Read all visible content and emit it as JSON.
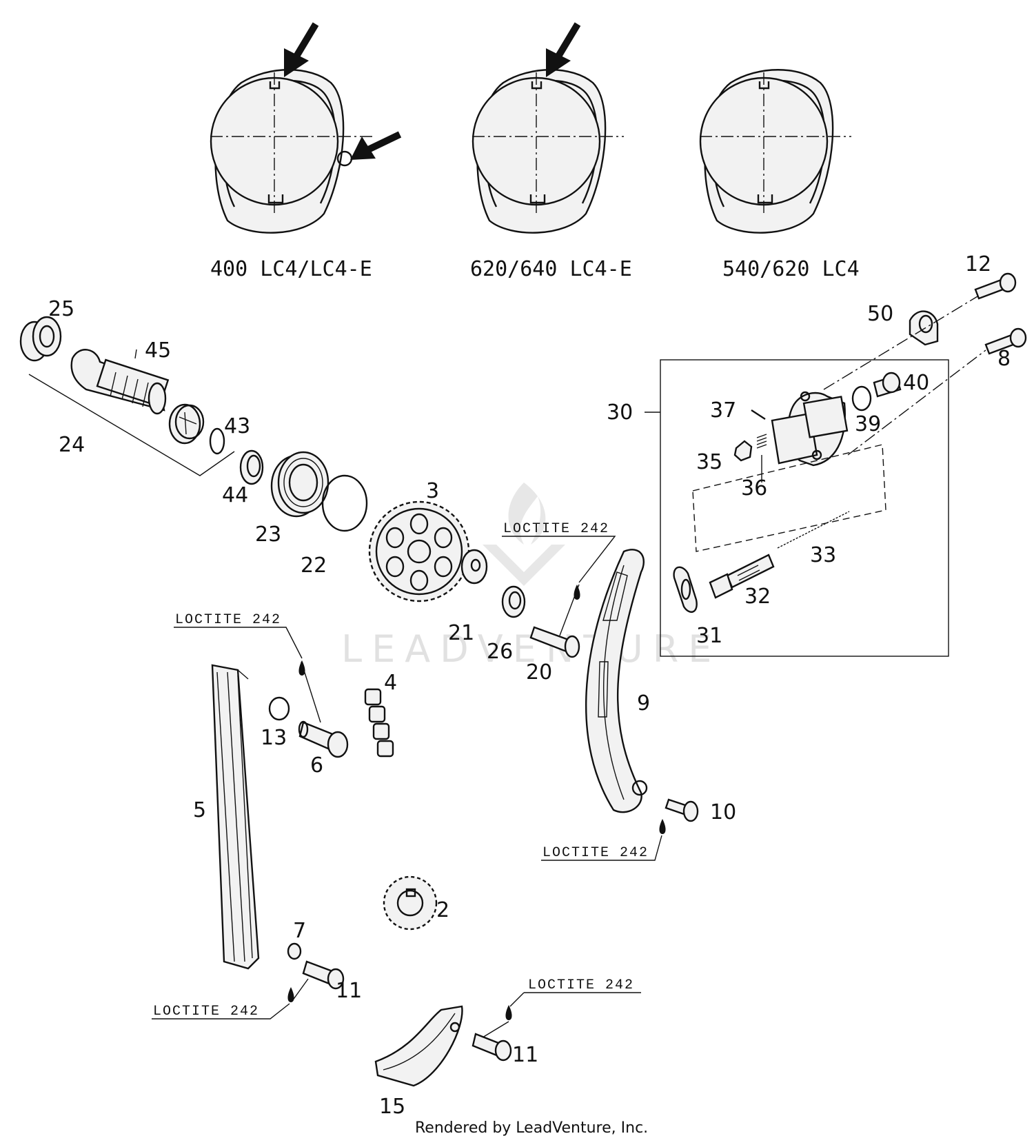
{
  "variants": [
    {
      "label": "400 LC4/LC4-E"
    },
    {
      "label": "620/640 LC4-E"
    },
    {
      "label": "540/620 LC4"
    }
  ],
  "callouts": [
    "25",
    "45",
    "24",
    "43",
    "44",
    "23",
    "22",
    "3",
    "21",
    "26",
    "20",
    "9",
    "4",
    "13",
    "6",
    "5",
    "2",
    "7",
    "11",
    "11",
    "15",
    "10",
    "12",
    "50",
    "8",
    "40",
    "30",
    "37",
    "39",
    "35",
    "36",
    "33",
    "32",
    "31"
  ],
  "loctite_labels": [
    "LOCTITE 242",
    "LOCTITE 242",
    "LOCTITE 242",
    "LOCTITE 242",
    "LOCTITE 242"
  ],
  "watermark": "LEADVENTURE",
  "credit": "Rendered by LeadVenture, Inc."
}
